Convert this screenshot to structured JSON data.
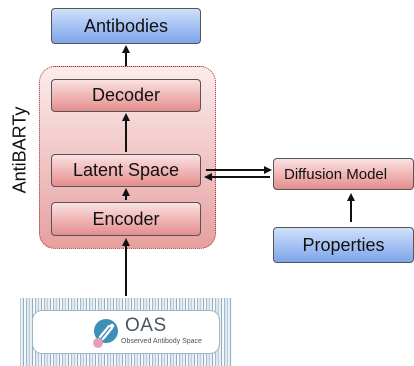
{
  "diagram": {
    "boxes": {
      "antibodies": "Antibodies",
      "decoder": "Decoder",
      "latent_space": "Latent Space",
      "encoder": "Encoder",
      "diffusion_model": "Diffusion Model",
      "properties": "Properties"
    },
    "group_label": "AntiBARTy",
    "oas": {
      "title": "OAS",
      "subtitle": "Observed Antibody Space",
      "icon": "oas-logo-icon"
    },
    "colors": {
      "blue_box": "#7ea5ea",
      "red_box": "#e58d8d",
      "group_fill": "#e7a0a0"
    }
  }
}
